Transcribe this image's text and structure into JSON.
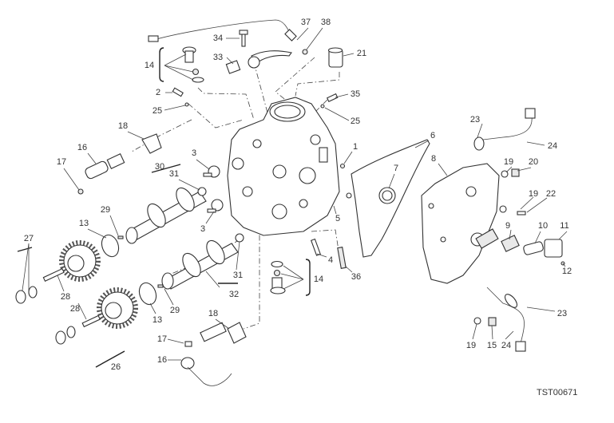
{
  "diagram": {
    "code": "TST00671",
    "callouts": [
      "37",
      "38",
      "34",
      "21",
      "33",
      "14",
      "2",
      "35",
      "25",
      "25",
      "18",
      "6",
      "1",
      "23",
      "24",
      "16",
      "3",
      "8",
      "7",
      "17",
      "30",
      "31",
      "19",
      "20",
      "19",
      "22",
      "13",
      "29",
      "3",
      "5",
      "9",
      "10",
      "11",
      "27",
      "4",
      "36",
      "14",
      "31",
      "32",
      "28",
      "12",
      "28",
      "13",
      "29",
      "23",
      "18",
      "17",
      "19",
      "15",
      "24",
      "16",
      "26"
    ]
  }
}
